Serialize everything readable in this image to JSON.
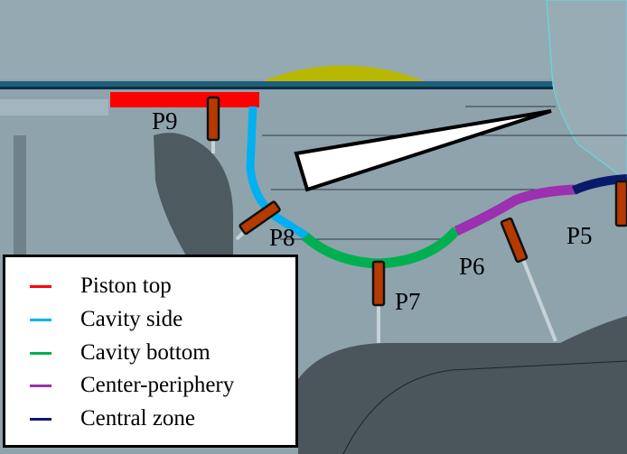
{
  "probes": [
    {
      "id": "P9",
      "label": "P9"
    },
    {
      "id": "P8",
      "label": "P8"
    },
    {
      "id": "P7",
      "label": "P7"
    },
    {
      "id": "P6",
      "label": "P6"
    },
    {
      "id": "P5",
      "label": "P5"
    }
  ],
  "legend": [
    {
      "label": "Piston top",
      "color": "#ff0000"
    },
    {
      "label": "Cavity side",
      "color": "#00b0f0"
    },
    {
      "label": "Cavity bottom",
      "color": "#00b050"
    },
    {
      "label": "Center-periphery",
      "color": "#9b30b0"
    },
    {
      "label": "Central zone",
      "color": "#0a1a6a"
    }
  ],
  "colors": {
    "probe": "#b53a00",
    "background": "#8fa3ad"
  }
}
